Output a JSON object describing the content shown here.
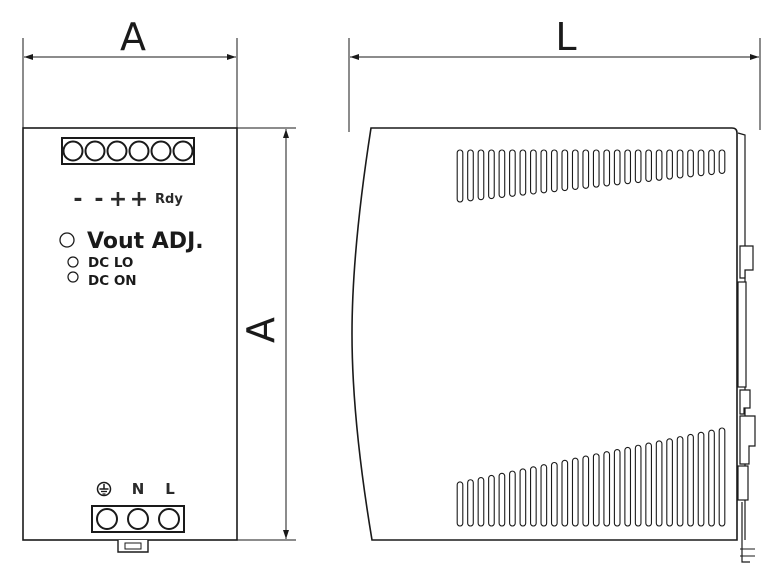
{
  "dimensions": {
    "width_label": "A",
    "height_label": "A",
    "length_label": "L"
  },
  "front_panel": {
    "dc_terminals": [
      "-",
      "-",
      "+",
      "+"
    ],
    "rdy_label": "Rdy",
    "vout_adj_label": "Vout ADJ.",
    "dc_lo_label": "DC LO",
    "dc_on_label": "DC ON",
    "ac_terminals": {
      "ground_icon": "earth-ground-icon",
      "n_label": "N",
      "l_label": "L"
    }
  }
}
